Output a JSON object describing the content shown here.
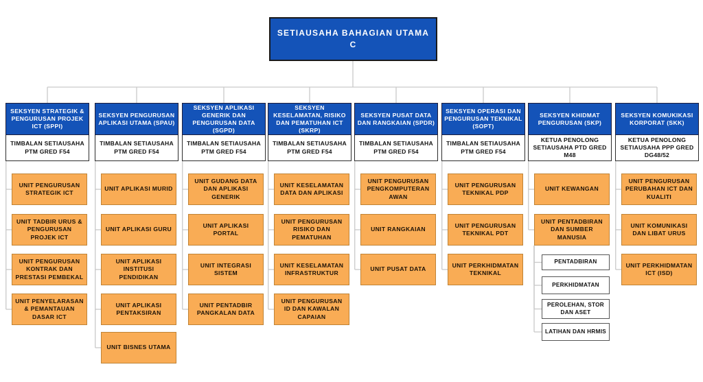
{
  "root": {
    "label": "SETIAUSAHA BAHAGIAN UTAMA C"
  },
  "colors": {
    "section_blue": "#1453b8",
    "unit_orange": "#f9ac55",
    "unit_orange_border": "#bf8336",
    "connector_gray": "#c9c9c9",
    "top_text": "#ffffff"
  },
  "sections": [
    {
      "id": "sppi",
      "header": "SEKSYEN STRATEGIK & PENGURUSAN PROJEK ICT (SPPI)",
      "role": "TIMBALAN SETIAUSAHA PTM GRED F54",
      "units": [
        {
          "label": "UNIT PENGURUSAN STRATEGIK ICT",
          "type": "unit"
        },
        {
          "label": "UNIT TADBIR URUS & PENGURUSAN PROJEK ICT",
          "type": "unit"
        },
        {
          "label": "UNIT PENGURUSAN KONTRAK DAN PRESTASI PEMBEKAL",
          "type": "unit"
        },
        {
          "label": "UNIT PENYELARASAN & PEMANTAUAN DASAR ICT",
          "type": "unit"
        }
      ]
    },
    {
      "id": "spau",
      "header": "SEKSYEN PENGURUSAN APLIKASI UTAMA (SPAU)",
      "role": "TIMBALAN SETIAUSAHA PTM GRED F54",
      "units": [
        {
          "label": "UNIT APLIKASI MURID",
          "type": "unit"
        },
        {
          "label": "UNIT APLIKASI GURU",
          "type": "unit"
        },
        {
          "label": "UNIT APLIKASI INSTITUSI PENDIDIKAN",
          "type": "unit"
        },
        {
          "label": "UNIT APLIKASI PENTAKSIRAN",
          "type": "unit"
        },
        {
          "label": "UNIT BISNES UTAMA",
          "type": "unit"
        }
      ]
    },
    {
      "id": "sgpd",
      "header": "SEKSYEN APLIKASI GENERIK DAN PENGURUSAN DATA (SGPD)",
      "role": "TIMBALAN SETIAUSAHA PTM GRED F54",
      "units": [
        {
          "label": "UNIT GUDANG DATA DAN APLIKASI GENERIK",
          "type": "unit"
        },
        {
          "label": "UNIT APLIKASI PORTAL",
          "type": "unit"
        },
        {
          "label": "UNIT INTEGRASI SISTEM",
          "type": "unit"
        },
        {
          "label": "UNIT PENTADBIR PANGKALAN DATA",
          "type": "unit"
        }
      ]
    },
    {
      "id": "skrp",
      "header": "SEKSYEN KESELAMATAN, RISIKO DAN PEMATUHAN ICT (SKRP)",
      "role": "TIMBALAN SETIAUSAHA PTM GRED F54",
      "units": [
        {
          "label": "UNIT KESELAMATAN DATA DAN APLIKASI",
          "type": "unit"
        },
        {
          "label": "UNIT PENGURUSAN RISIKO DAN PEMATUHAN",
          "type": "unit"
        },
        {
          "label": "UNIT KESELAMATAN INFRASTRUKTUR",
          "type": "unit"
        },
        {
          "label": "UNIT PENGURUSAN ID DAN KAWALAN CAPAIAN",
          "type": "unit"
        }
      ]
    },
    {
      "id": "spdr",
      "header": "SEKSYEN PUSAT DATA DAN RANGKAIAN (SPDR)",
      "role": "TIMBALAN SETIAUSAHA PTM GRED F54",
      "units": [
        {
          "label": "UNIT PENGURUSAN PENGKOMPUTERAN AWAN",
          "type": "unit"
        },
        {
          "label": "UNIT RANGKAIAN",
          "type": "unit"
        },
        {
          "label": "UNIT PUSAT DATA",
          "type": "unit"
        }
      ]
    },
    {
      "id": "sopt",
      "header": "SEKSYEN OPERASI DAN PENGURUSAN TEKNIKAL (SOPT)",
      "role": "TIMBALAN SETIAUSAHA PTM GRED F54",
      "units": [
        {
          "label": "UNIT PENGURUSAN TEKNIKAL PDP",
          "type": "unit"
        },
        {
          "label": "UNIT PENGURUSAN TEKNIKAL PDT",
          "type": "unit"
        },
        {
          "label": "UNIT PERKHIDMATAN TEKNIKAL",
          "type": "unit"
        }
      ]
    },
    {
      "id": "skp",
      "header": "SEKSYEN KHIDMAT PENGURUSAN (SKP)",
      "role": "KETUA PENOLONG SETIAUSAHA PTD GRED M48",
      "units": [
        {
          "label": "UNIT KEWANGAN",
          "type": "unit"
        },
        {
          "label": "UNIT PENTADBIRAN DAN SUMBER MANUSIA",
          "type": "unit"
        },
        {
          "label": "PENTADBIRAN",
          "type": "subunit"
        },
        {
          "label": "PERKHIDMATAN",
          "type": "subunit"
        },
        {
          "label": "PEROLEHAN, STOR DAN ASET",
          "type": "subunit"
        },
        {
          "label": "LATIHAN DAN HRMIS",
          "type": "subunit"
        }
      ]
    },
    {
      "id": "skk",
      "header": "SEKSYEN KOMUKIKASI KORPORAT (SKK)",
      "role": "KETUA PENOLONG SETIAUSAHA PPP GRED DG48/52",
      "units": [
        {
          "label": "UNIT PENGURUSAN PERUBAHAN ICT DAN KUALITI",
          "type": "unit"
        },
        {
          "label": "UNIT KOMUNIKASI DAN LIBAT URUS",
          "type": "unit"
        },
        {
          "label": "UNIT PERKHIDMATAN ICT (ISD)",
          "type": "unit"
        }
      ]
    }
  ]
}
